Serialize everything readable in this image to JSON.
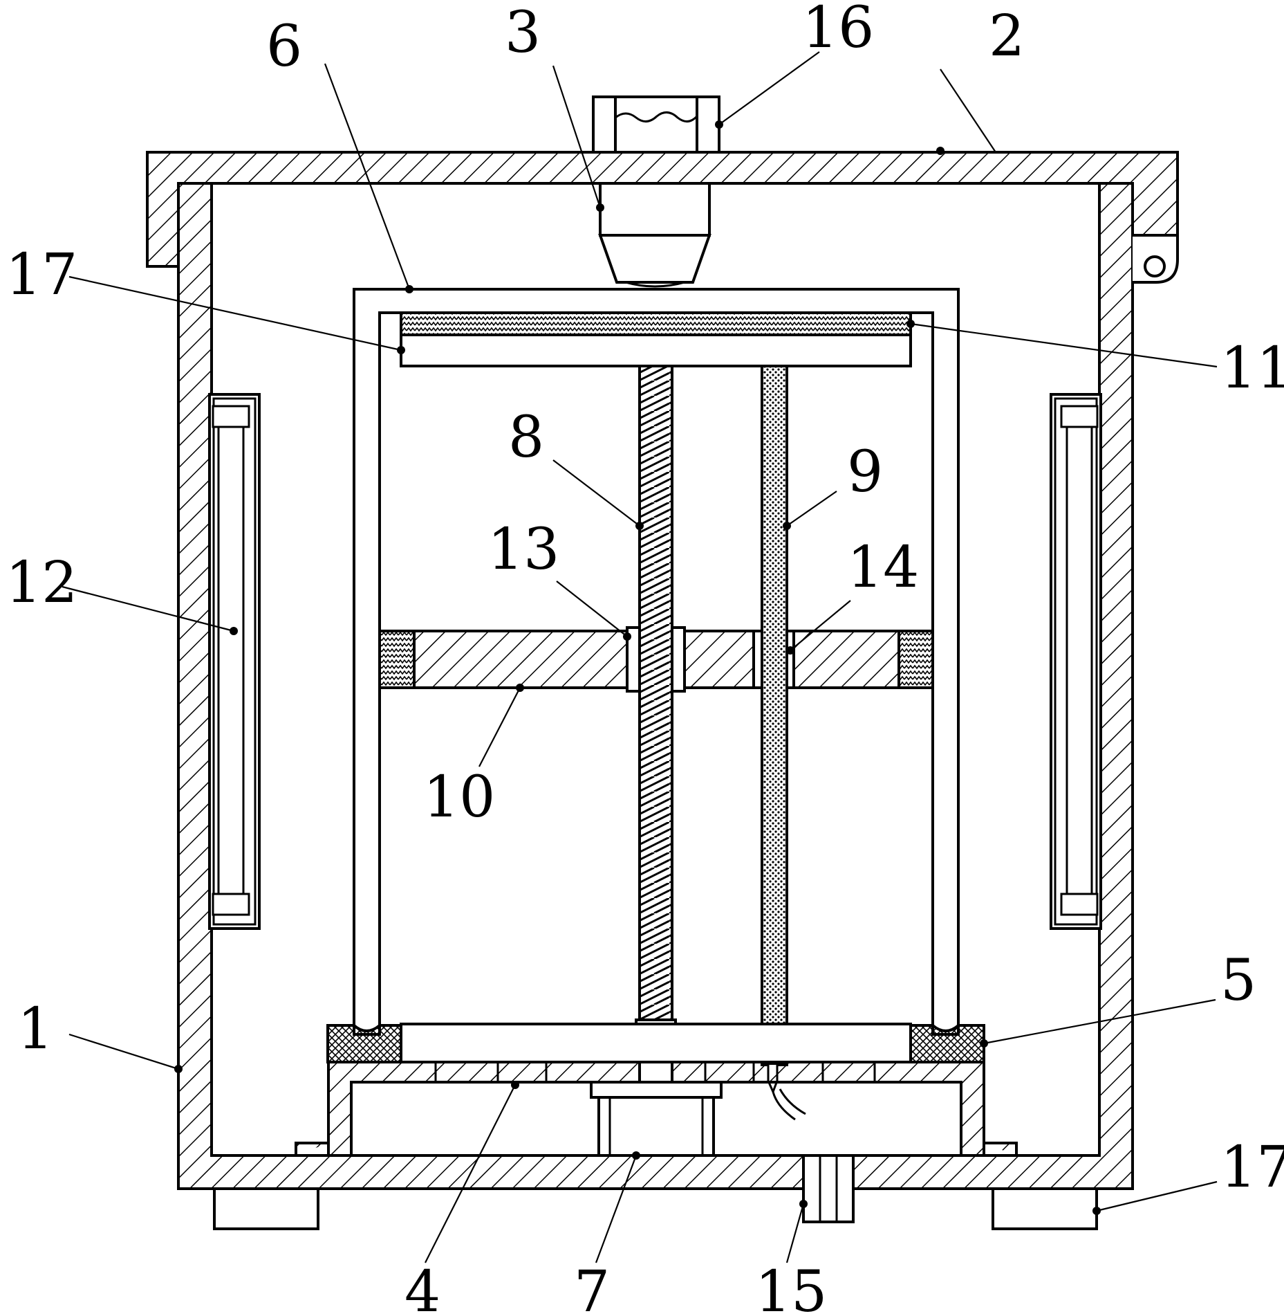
{
  "figure": {
    "colors": {
      "stroke": "#000000",
      "background": "#ffffff"
    },
    "labels": [
      {
        "id": "l1",
        "text": "1"
      },
      {
        "id": "l2",
        "text": "2"
      },
      {
        "id": "l3",
        "text": "3"
      },
      {
        "id": "l4",
        "text": "4"
      },
      {
        "id": "l5",
        "text": "5"
      },
      {
        "id": "l6",
        "text": "6"
      },
      {
        "id": "l7",
        "text": "7"
      },
      {
        "id": "l8",
        "text": "8"
      },
      {
        "id": "l9",
        "text": "9"
      },
      {
        "id": "l10",
        "text": "10"
      },
      {
        "id": "l11",
        "text": "11"
      },
      {
        "id": "l12",
        "text": "12"
      },
      {
        "id": "l13",
        "text": "13"
      },
      {
        "id": "l14",
        "text": "14"
      },
      {
        "id": "l15",
        "text": "15"
      },
      {
        "id": "l16",
        "text": "16"
      },
      {
        "id": "l17a",
        "text": "17"
      },
      {
        "id": "l17b",
        "text": "17"
      }
    ]
  }
}
